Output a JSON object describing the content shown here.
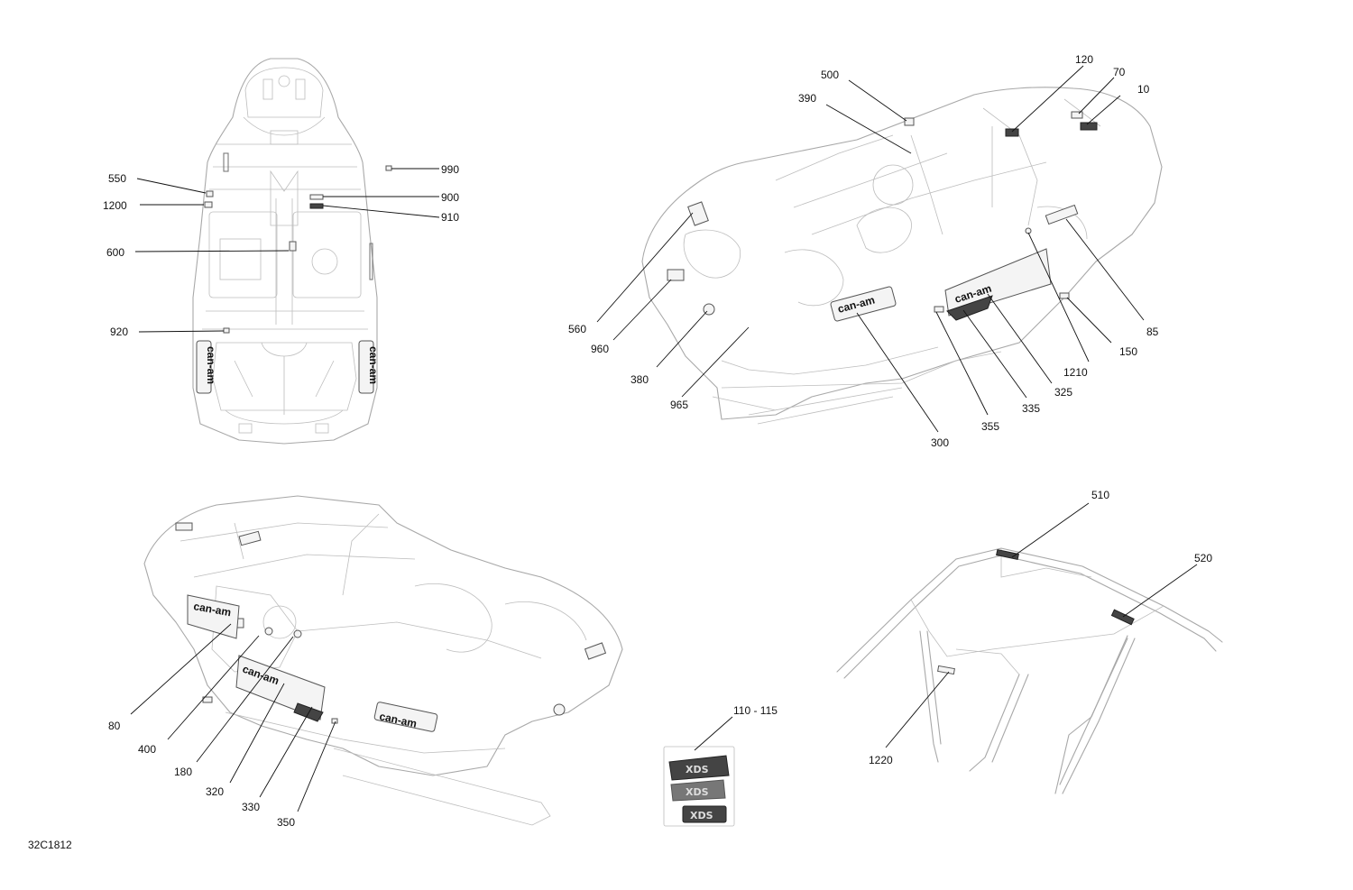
{
  "drawing": {
    "reference": "32C1812"
  },
  "views": {
    "top_view": {
      "callouts": [
        {
          "id": "c550",
          "label": "550"
        },
        {
          "id": "c1200",
          "label": "1200"
        },
        {
          "id": "c600",
          "label": "600"
        },
        {
          "id": "c920",
          "label": "920"
        },
        {
          "id": "c990",
          "label": "990"
        },
        {
          "id": "c900",
          "label": "900"
        },
        {
          "id": "c910",
          "label": "910"
        }
      ]
    },
    "right_iso_view": {
      "callouts": [
        {
          "id": "c500",
          "label": "500"
        },
        {
          "id": "c390",
          "label": "390"
        },
        {
          "id": "c120",
          "label": "120"
        },
        {
          "id": "c70",
          "label": "70"
        },
        {
          "id": "c10",
          "label": "10"
        },
        {
          "id": "c560",
          "label": "560"
        },
        {
          "id": "c960",
          "label": "960"
        },
        {
          "id": "c380",
          "label": "380"
        },
        {
          "id": "c965",
          "label": "965"
        },
        {
          "id": "c300",
          "label": "300"
        },
        {
          "id": "c355",
          "label": "355"
        },
        {
          "id": "c335",
          "label": "335"
        },
        {
          "id": "c325",
          "label": "325"
        },
        {
          "id": "c1210",
          "label": "1210"
        },
        {
          "id": "c150",
          "label": "150"
        },
        {
          "id": "c85",
          "label": "85"
        }
      ]
    },
    "left_iso_view": {
      "callouts": [
        {
          "id": "c80",
          "label": "80"
        },
        {
          "id": "c400",
          "label": "400"
        },
        {
          "id": "c180",
          "label": "180"
        },
        {
          "id": "c320",
          "label": "320"
        },
        {
          "id": "c330",
          "label": "330"
        },
        {
          "id": "c350",
          "label": "350"
        }
      ]
    },
    "roof_view": {
      "callouts": [
        {
          "id": "c510",
          "label": "510"
        },
        {
          "id": "c520",
          "label": "520"
        },
        {
          "id": "c1220",
          "label": "1220"
        }
      ]
    },
    "badge_set": {
      "callouts": [
        {
          "id": "c110",
          "label": "110 - 115"
        }
      ]
    }
  }
}
